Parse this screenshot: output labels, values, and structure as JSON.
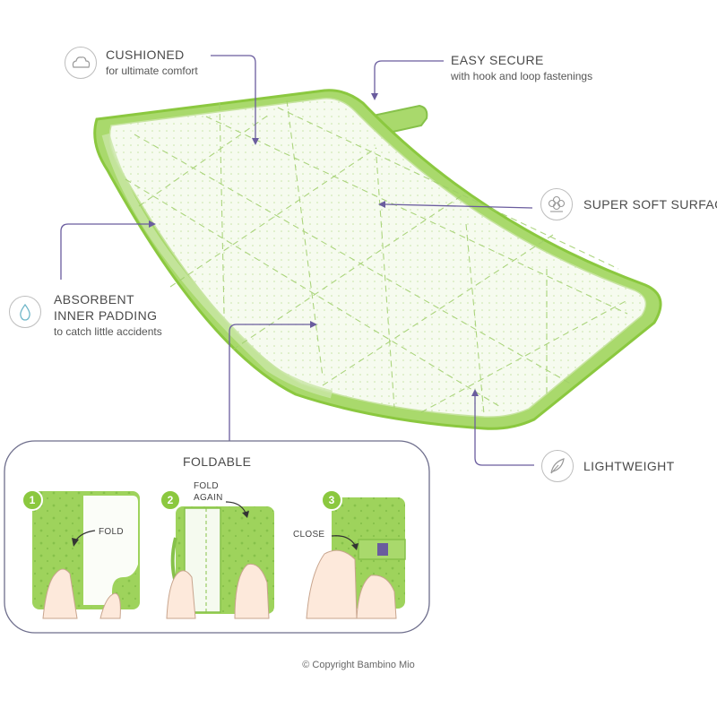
{
  "callouts": {
    "cushioned": {
      "title": "CUSHIONED",
      "sub": "for ultimate comfort"
    },
    "easy_secure": {
      "title": "EASY SECURE",
      "sub": "with hook and loop fastenings"
    },
    "super_soft": {
      "title": "SUPER SOFT SURFACE"
    },
    "absorbent": {
      "title_line1": "ABSORBENT",
      "title_line2": "INNER PADDING",
      "sub": "to catch little accidents"
    },
    "lightweight": {
      "title": "LIGHTWEIGHT"
    }
  },
  "foldable": {
    "title": "FOLDABLE",
    "steps": [
      {
        "number": "1",
        "label": "FOLD"
      },
      {
        "number": "2",
        "label_line1": "FOLD",
        "label_line2": "AGAIN"
      },
      {
        "number": "3",
        "label": "CLOSE"
      }
    ]
  },
  "icons": [
    "cloud-icon",
    "drop-icon",
    "flower-icon",
    "feather-icon"
  ],
  "colors": {
    "mat_green": "#9ed35c",
    "arrow_purple": "#6a5c9e",
    "panel_border": "#6e6e8c",
    "pad_inner": "#f3f9ec"
  },
  "copyright": "© Copyright Bambino Mio"
}
